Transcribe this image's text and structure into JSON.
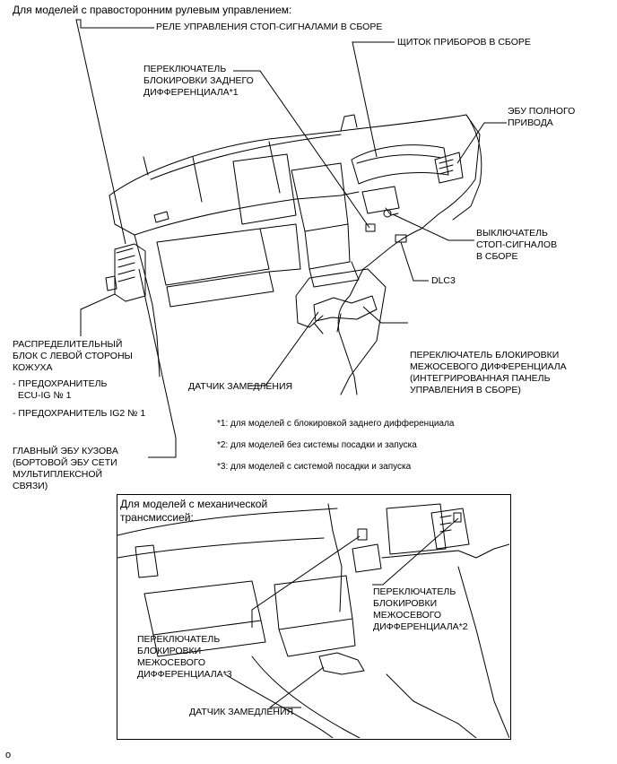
{
  "header": "Для моделей с правосторонним рулевым управлением:",
  "labels": {
    "stop_relay": "РЕЛЕ УПРАВЛЕНИЯ СТОП-СИГНАЛАМИ В СБОРЕ",
    "rear_diff_switch": "ПЕРЕКЛЮЧАТЕЛЬ\nБЛОКИРОВКИ ЗАДНЕГО\nДИФФЕРЕНЦИАЛА*1",
    "meter": "ЩИТОК ПРИБОРОВ В СБОРЕ",
    "fourwd_ecu": "ЭБУ ПОЛНОГО\nПРИВОДА",
    "stop_switch": "ВЫКЛЮЧАТЕЛЬ\nСТОП-СИГНАЛОВ\nВ СБОРЕ",
    "dlc3": "DLC3",
    "center_diff_switch_panel": "ПЕРЕКЛЮЧАТЕЛЬ БЛОКИРОВКИ\nМЕЖОСЕВОГО ДИФФЕРЕНЦИАЛА\n(ИНТЕГРИРОВАННАЯ ПАНЕЛЬ\nУПРАВЛЕНИЯ В СБОРЕ)",
    "decel_sensor": "ДАТЧИК ЗАМЕДЛЕНИЯ",
    "junction_block": "РАСПРЕДЕЛИТЕЛЬНЫЙ\nБЛОК С ЛЕВОЙ СТОРОНЫ\nКОЖУХА",
    "fuse1": "- ПРЕДОХРАНИТЕЛЬ\n  ECU-IG № 1",
    "fuse2": "- ПРЕДОХРАНИТЕЛЬ IG2 № 1",
    "main_body_ecu": "ГЛАВНЫЙ ЭБУ КУЗОВА\n(БОРТОВОЙ ЭБУ СЕТИ\nМУЛЬТИПЛЕКСНОЙ\nСВЯЗИ)"
  },
  "notes": [
    "*1: для моделей с блокировкой заднего дифференциала",
    "*2: для моделей без системы посадки и запуска",
    "*3: для моделей с системой посадки и запуска"
  ],
  "inset": {
    "title": "Для моделей с механической\nтрансмиссией:",
    "center_diff_switch_2": "ПЕРЕКЛЮЧАТЕЛЬ\nБЛОКИРОВКИ\nМЕЖОСЕВОГО\nДИФФЕРЕНЦИАЛА*2",
    "center_diff_switch_3": "ПЕРЕКЛЮЧАТЕЛЬ\nБЛОКИРОВКИ\nМЕЖОСЕВОГО\nДИФФЕРЕНЦИАЛА*3",
    "decel_sensor": "ДАТЧИК ЗАМЕДЛЕНИЯ"
  },
  "footer_mark": "o"
}
